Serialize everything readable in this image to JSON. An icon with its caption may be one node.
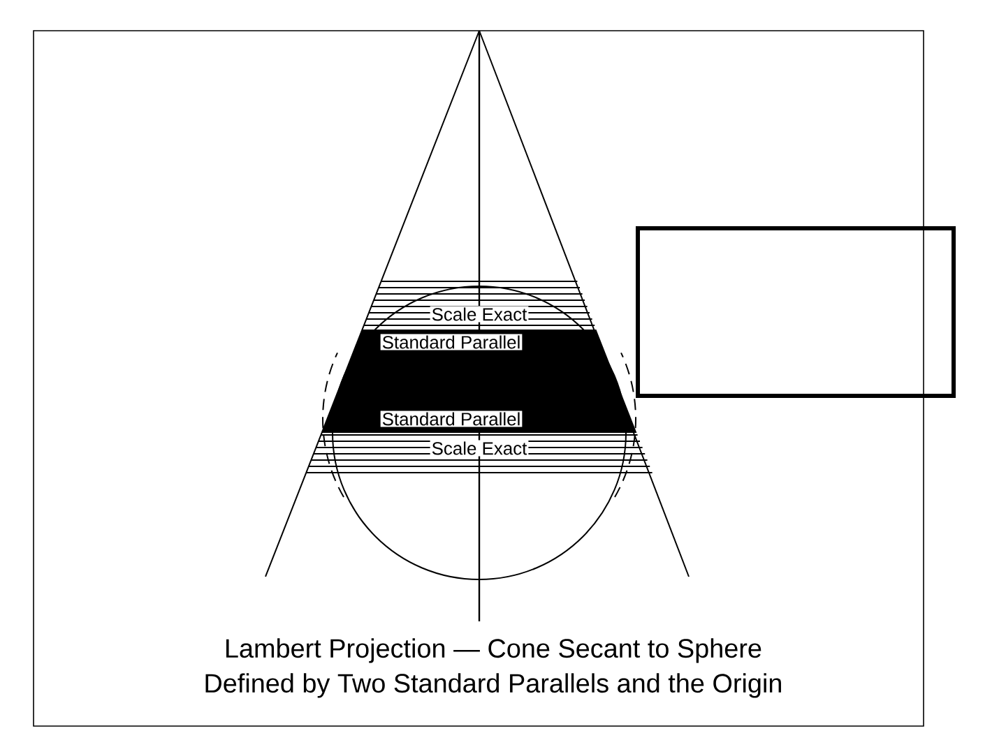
{
  "diagram": {
    "nodes": [
      {
        "text": [],
        "shape": "box"
      }
    ],
    "labels": [
      "Scale Exact",
      "Standard Parallel",
      "Standard Parallel",
      "Scale Exact",
      "Lambert Projection — Cone Secant to Sphere",
      "Defined by Two Standard Parallels and the Origin"
    ]
  }
}
